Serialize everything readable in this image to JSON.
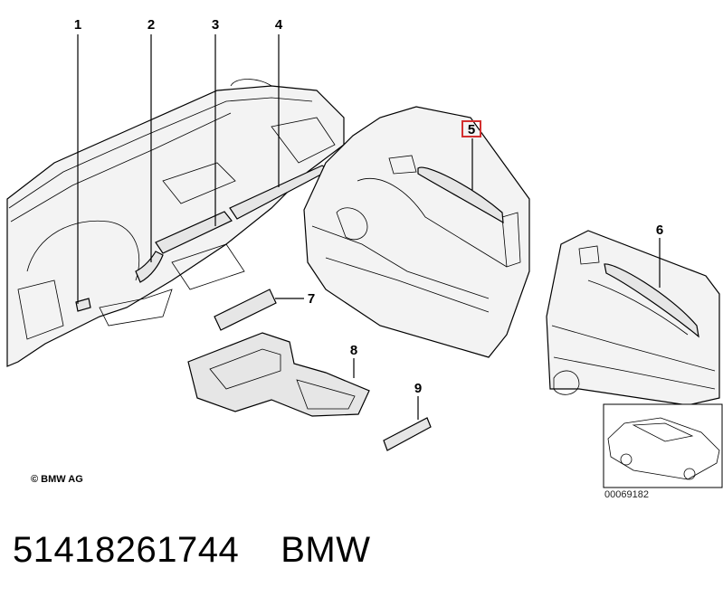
{
  "callouts": [
    {
      "label": "1",
      "highlighted": false
    },
    {
      "label": "2",
      "highlighted": false
    },
    {
      "label": "3",
      "highlighted": false
    },
    {
      "label": "4",
      "highlighted": false
    },
    {
      "label": "5",
      "highlighted": true
    },
    {
      "label": "6",
      "highlighted": false
    },
    {
      "label": "7",
      "highlighted": false
    },
    {
      "label": "8",
      "highlighted": false
    },
    {
      "label": "9",
      "highlighted": false
    }
  ],
  "copyright": "© BMW AG",
  "diagram_id": "00069182",
  "caption": {
    "part_number": "51418261744",
    "brand": "BMW"
  },
  "colors": {
    "highlight_box": "#d32f2f",
    "line": "#000000",
    "background": "#ffffff"
  }
}
